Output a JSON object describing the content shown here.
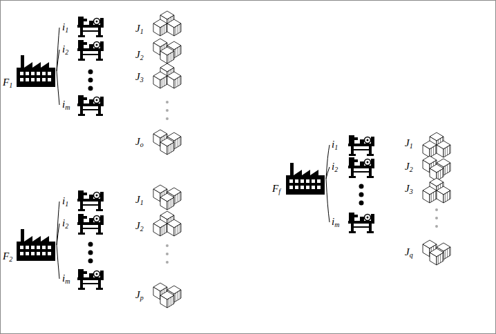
{
  "diagram": {
    "labels": [
      "F1",
      "i1",
      "i2",
      "im",
      "J1",
      "J2",
      "J3",
      "Jo",
      "F2",
      "i1",
      "i2",
      "im",
      "J1",
      "J2",
      "Jp",
      "Ff",
      "i1",
      "i2",
      "im",
      "J1",
      "J2",
      "J3",
      "Jq"
    ]
  }
}
